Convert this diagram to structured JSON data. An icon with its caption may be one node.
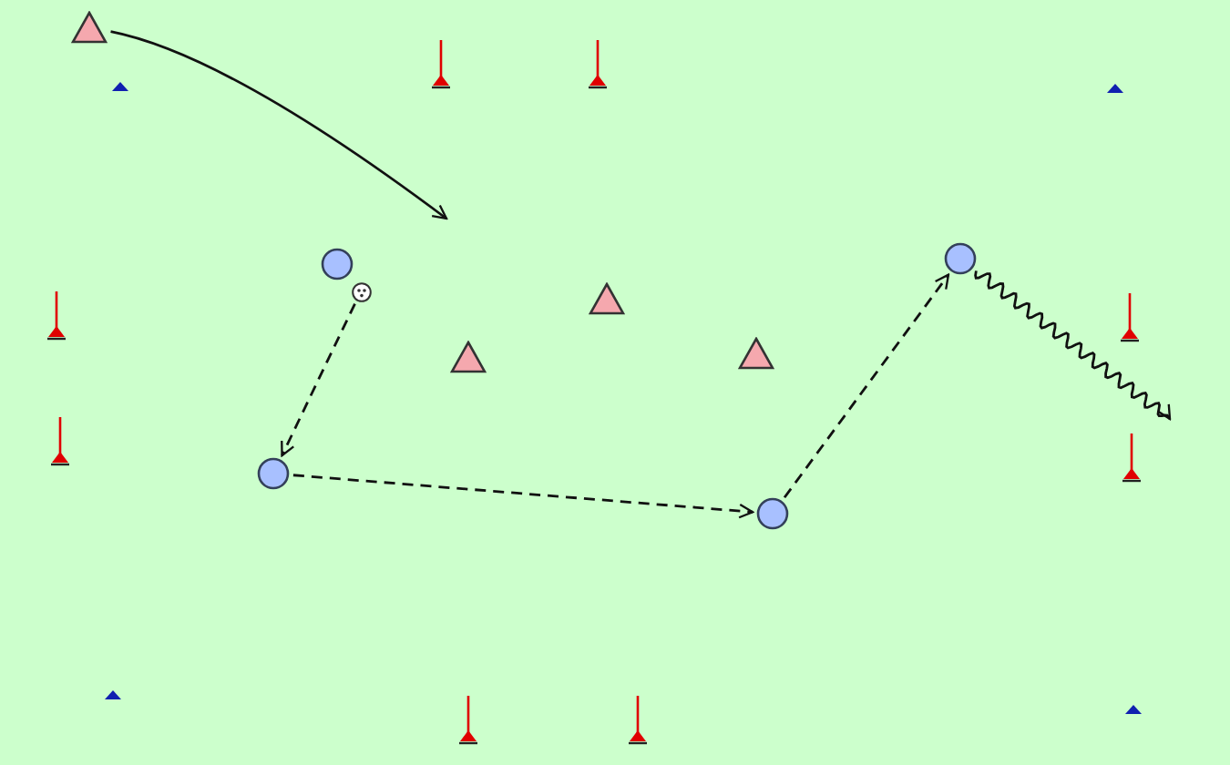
{
  "diagram": {
    "nodes": [
      {
        "text": [],
        "shape": "triangle"
      },
      {
        "text": [],
        "shape": "circle"
      },
      {
        "text": [],
        "shape": "circle"
      },
      {
        "text": [],
        "shape": "ball"
      },
      {
        "text": [],
        "shape": "triangle"
      },
      {
        "text": [],
        "shape": "triangle"
      },
      {
        "text": [],
        "shape": "triangle"
      },
      {
        "text": [],
        "shape": "circle"
      },
      {
        "text": [],
        "shape": "circle"
      }
    ],
    "edges": [
      {
        "from": 0,
        "to": null,
        "arrow": "to"
      },
      {
        "from": 3,
        "to": 7,
        "arrow": "to",
        "style": "dashed"
      },
      {
        "from": 7,
        "to": 8,
        "arrow": "to",
        "style": "dashed"
      },
      {
        "from": 8,
        "to": 1,
        "arrow": "to",
        "style": "dashed"
      },
      {
        "from": 1,
        "to": null,
        "arrow": "to"
      }
    ]
  }
}
